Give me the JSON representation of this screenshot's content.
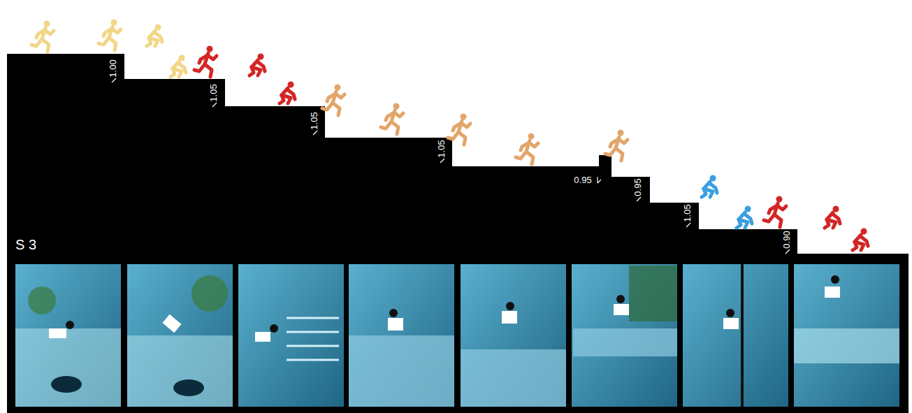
{
  "diagram": {
    "labels": [
      "S 3",
      "1.00",
      "1.05",
      "1.05",
      "1.05",
      "0.95",
      "0.95",
      "1.05",
      "0.90"
    ]
  }
}
